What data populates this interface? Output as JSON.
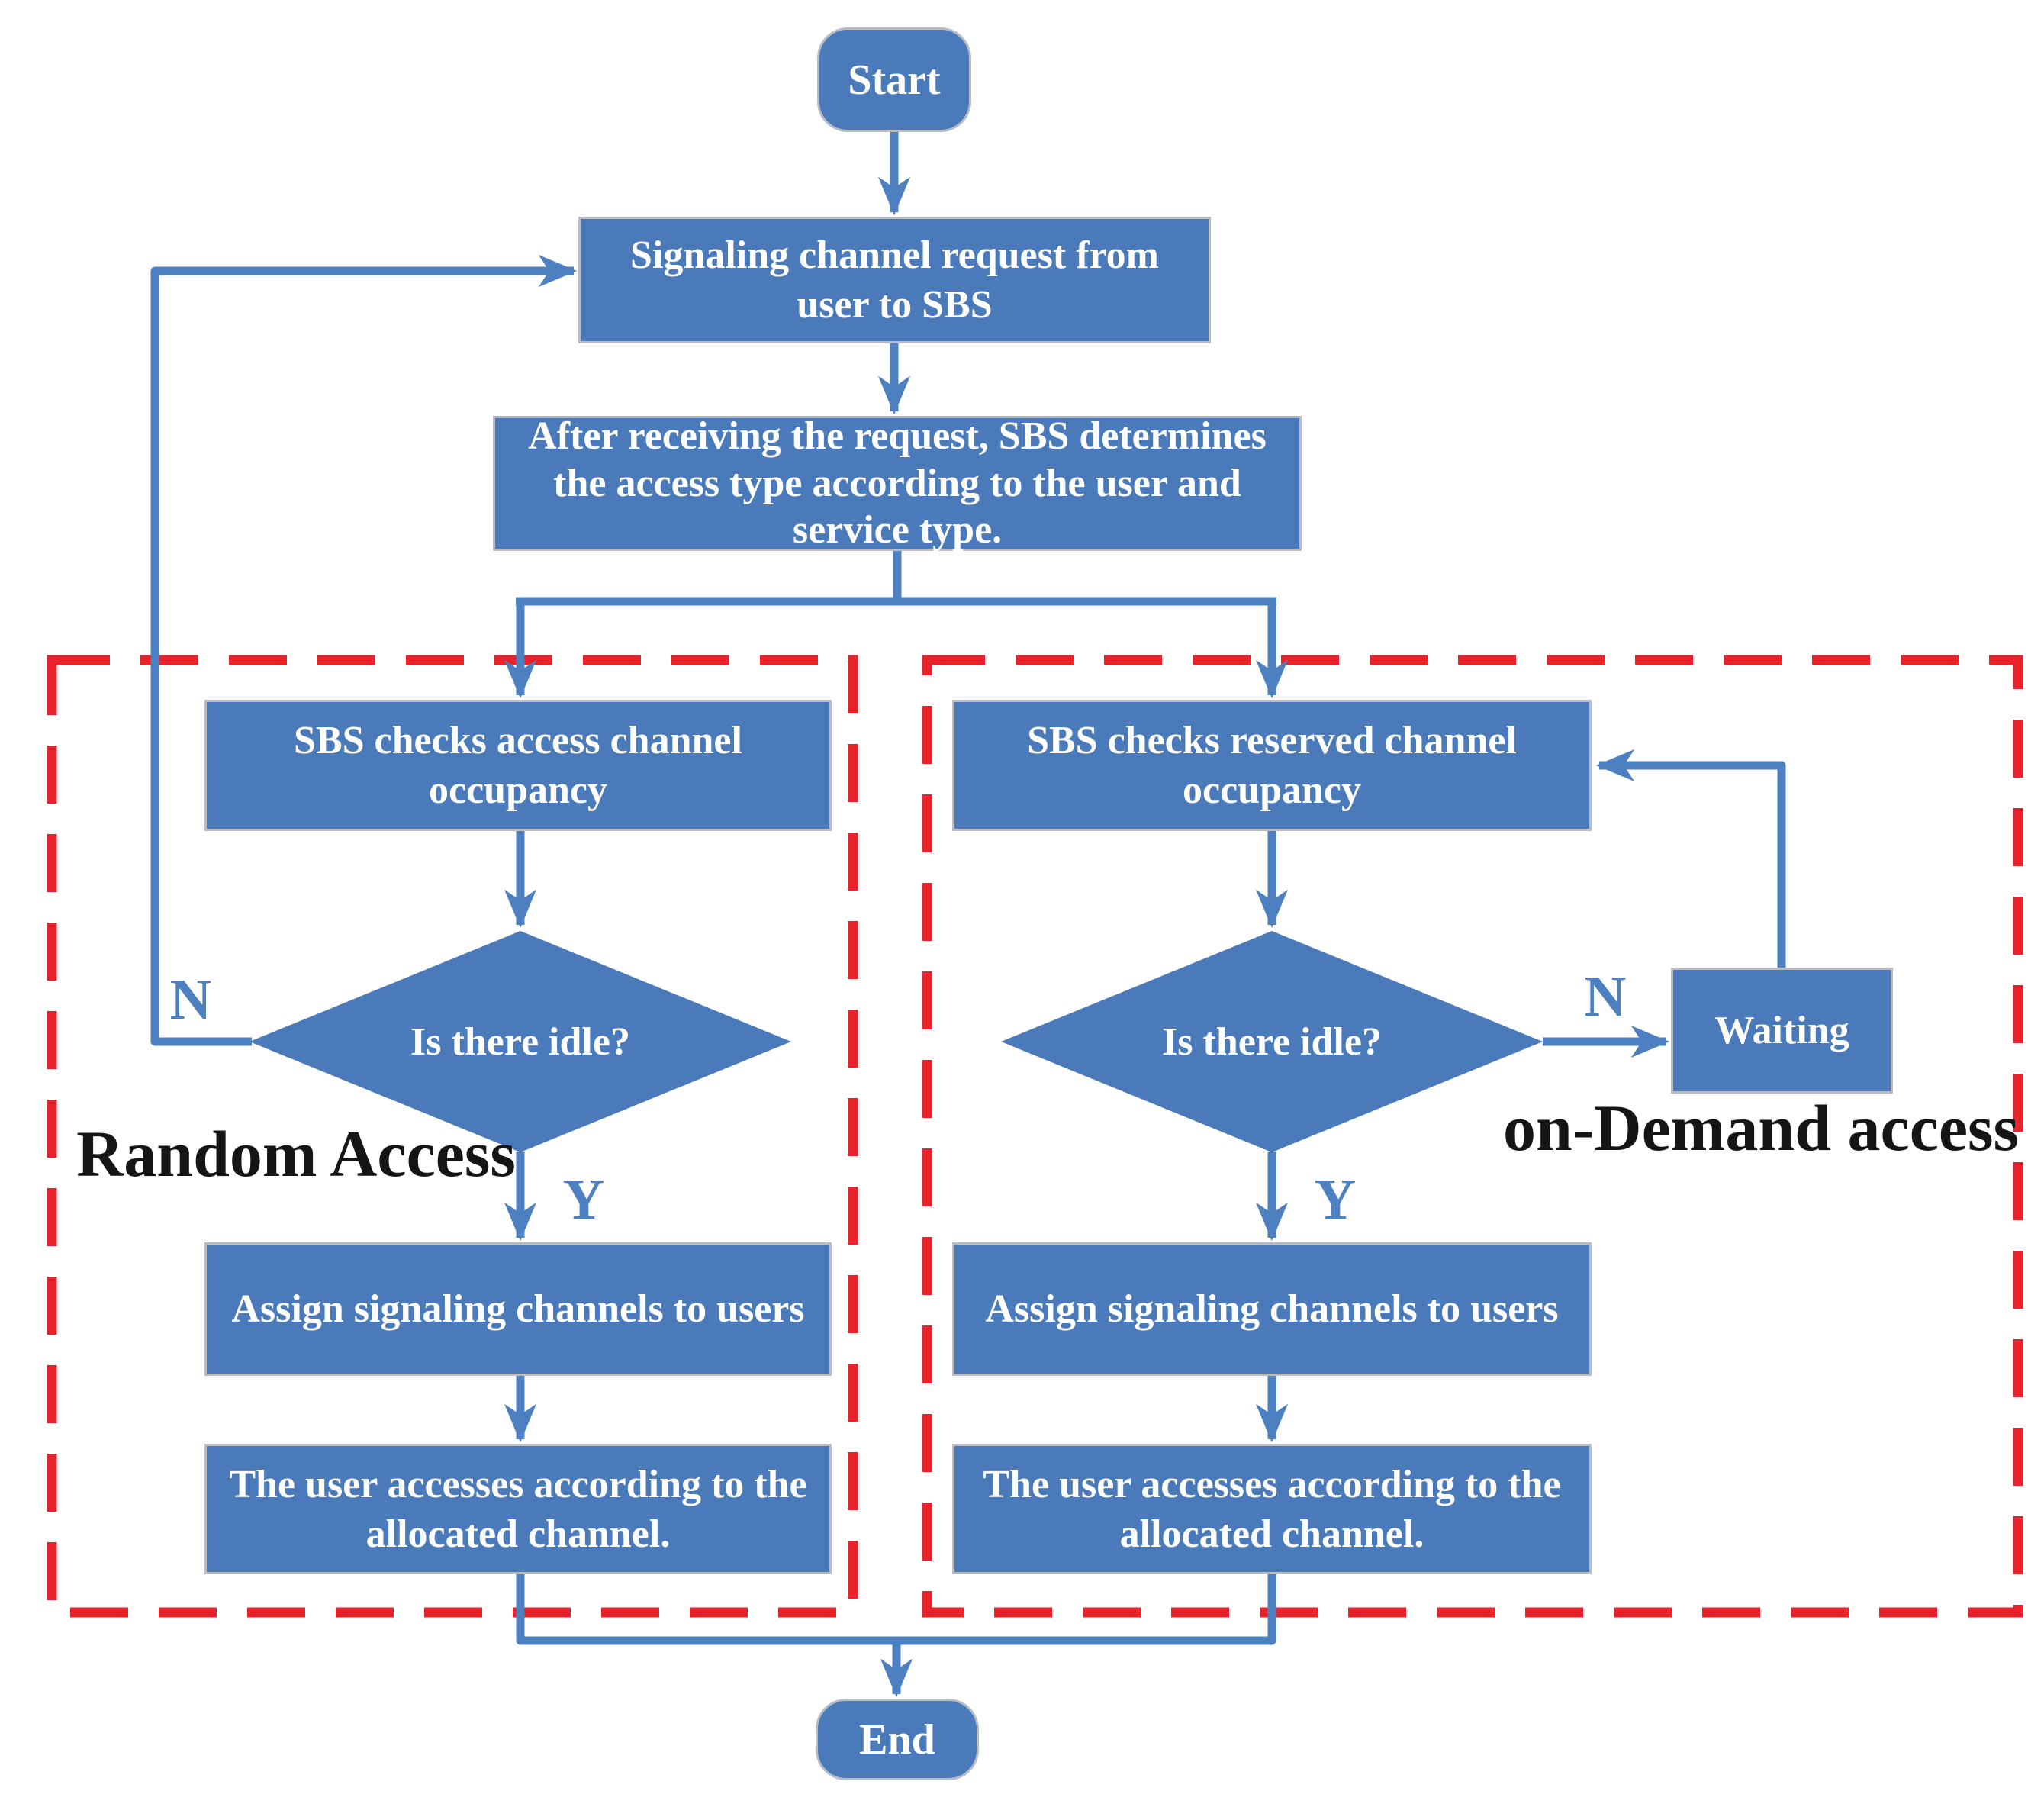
{
  "nodes": {
    "start": {
      "label": "Start"
    },
    "request": {
      "label": "Signaling channel request from user to SBS"
    },
    "determine": {
      "label": "After receiving the request, SBS determines the access type according to the user and service type."
    },
    "check_access": {
      "label": "SBS checks access channel occupancy"
    },
    "check_reserved": {
      "label": "SBS checks reserved channel occupancy"
    },
    "decision_left": {
      "label": "Is there idle?"
    },
    "decision_right": {
      "label": "Is there idle?"
    },
    "assign_left": {
      "label": "Assign signaling channels to users"
    },
    "assign_right": {
      "label": "Assign signaling channels to users"
    },
    "access_left": {
      "label": "The user accesses according to the allocated channel."
    },
    "access_right": {
      "label": "The user accesses according to the allocated channel."
    },
    "waiting": {
      "label": "Waiting"
    },
    "end": {
      "label": "End"
    }
  },
  "edge_labels": {
    "left_no": "N",
    "left_yes": "Y",
    "right_no": "N",
    "right_yes": "Y"
  },
  "regions": {
    "random_access": {
      "label": "Random Access"
    },
    "on_demand": {
      "label": "on-Demand access"
    }
  },
  "colors": {
    "node_fill": "#4a7ab9",
    "connector_line": "#4d80c0",
    "region_dashed_border": "#e8222b",
    "node_border": "#b8bcc4",
    "node_text": "#ffffff",
    "region_label_text": "#151515",
    "background": "#ffffff"
  }
}
